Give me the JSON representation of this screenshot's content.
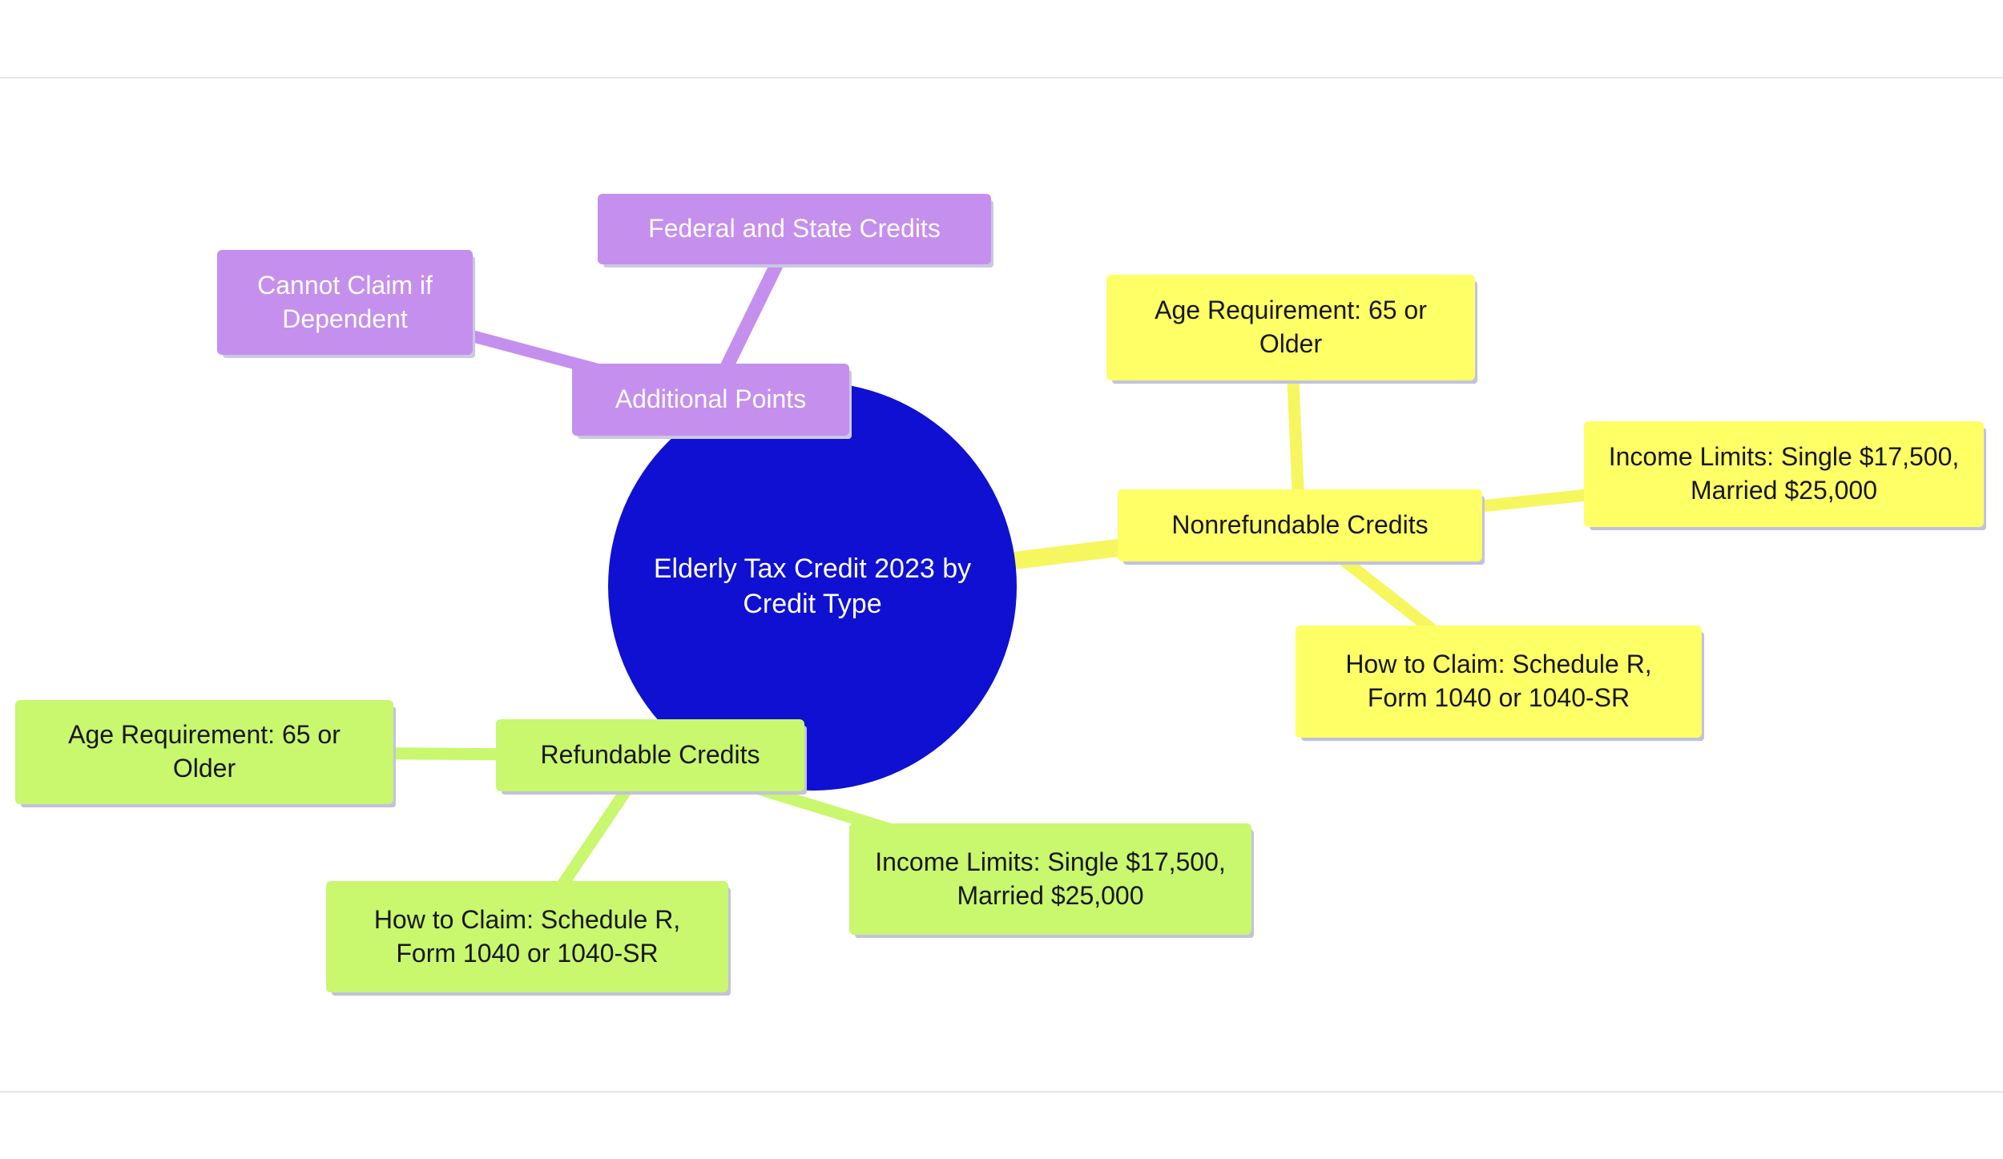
{
  "colors": {
    "root_fill": "#0f10d2",
    "root_text": "#ffffff",
    "nonrefundable_fill": "#ffff66",
    "refundable_fill": "#c9f76d",
    "additional_fill": "#c58fee",
    "dark_text": "#17171b",
    "light_text": "#ffffff",
    "divider": "#e7e7ea"
  },
  "mindmap": {
    "root": {
      "label": "Elderly Tax Credit 2023 by Credit Type"
    },
    "branches": [
      {
        "label": "Nonrefundable Credits",
        "children": [
          {
            "label": "Age Requirement: 65 or Older"
          },
          {
            "label": "Income Limits: Single $17,500, Married $25,000"
          },
          {
            "label": "How to Claim: Schedule R, Form 1040 or 1040-SR"
          }
        ]
      },
      {
        "label": "Refundable Credits",
        "children": [
          {
            "label": "Age Requirement: 65 or Older"
          },
          {
            "label": "How to Claim: Schedule R, Form 1040 or 1040-SR"
          },
          {
            "label": "Income Limits: Single $17,500, Married $25,000"
          }
        ]
      },
      {
        "label": "Additional Points",
        "children": [
          {
            "label": "Cannot Claim if Dependent"
          },
          {
            "label": "Federal and State Credits"
          }
        ]
      }
    ]
  }
}
